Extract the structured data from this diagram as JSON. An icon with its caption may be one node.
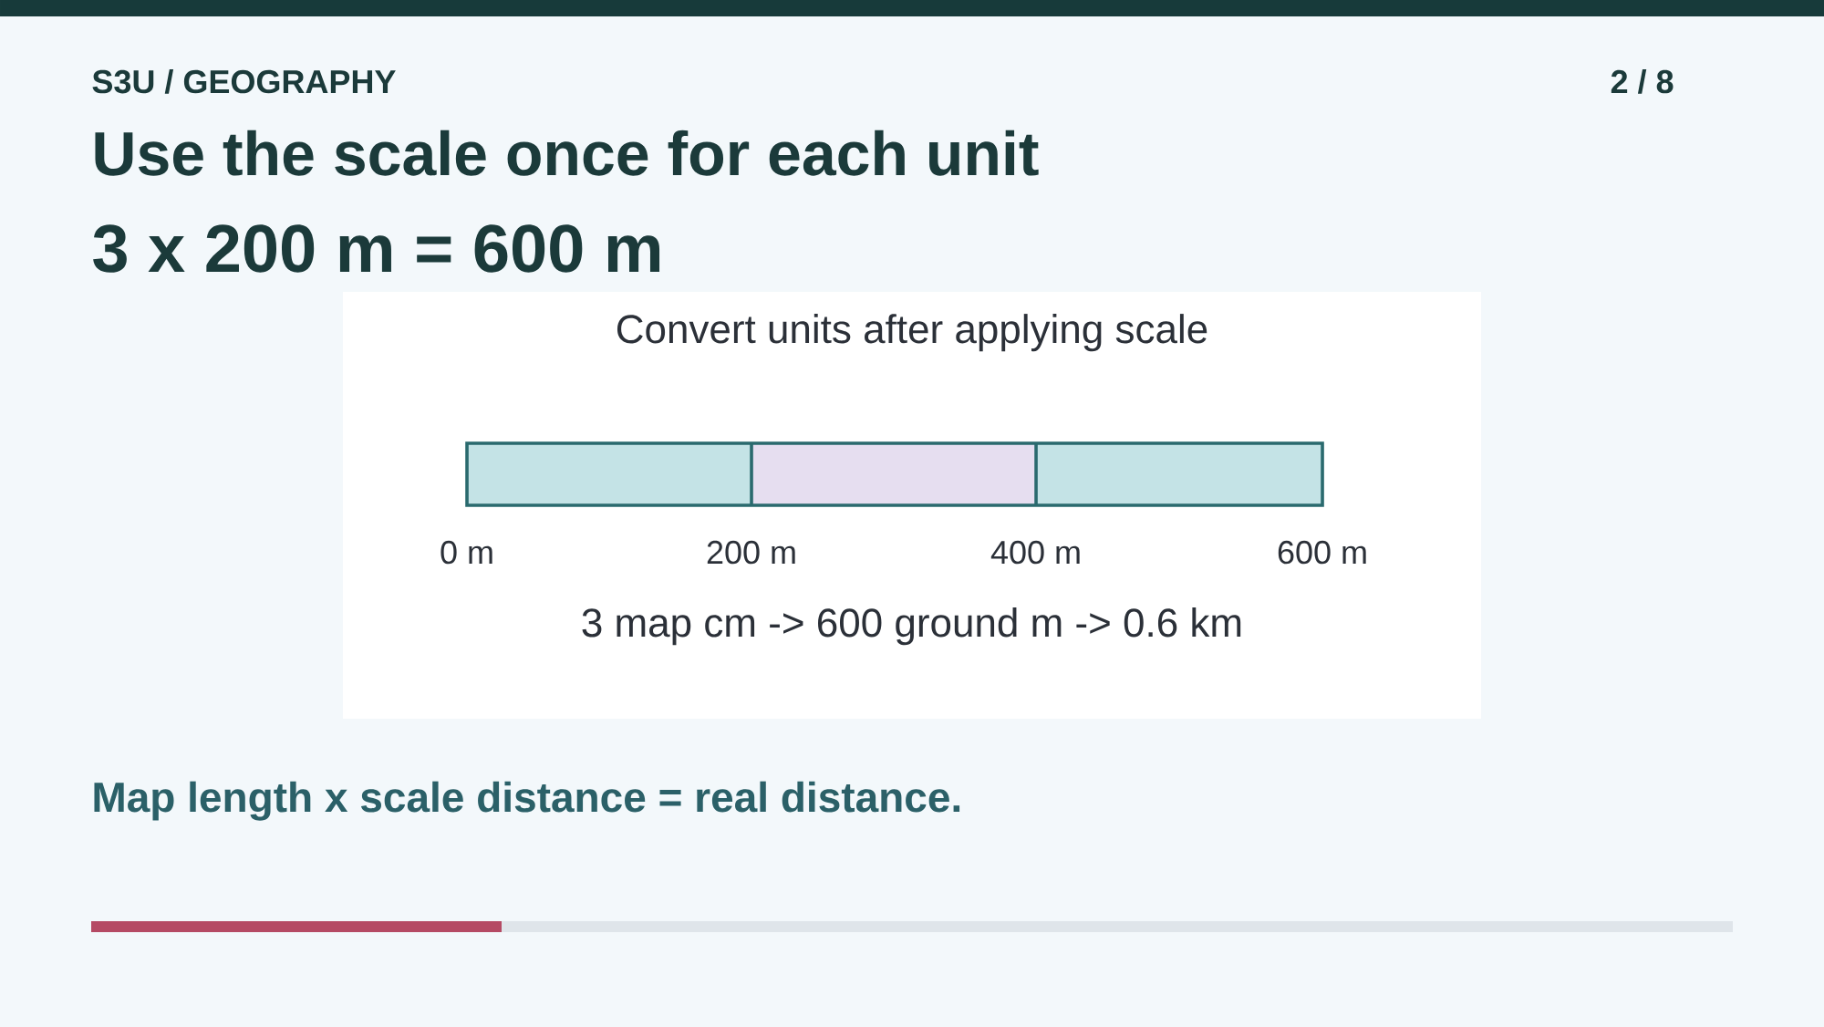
{
  "diagram": {
    "title": "Use the scale once for each unit",
    "nodes": [
      {
        "text": [
          "Convert units after applying scale",
          "3 map cm -> 600 ground m -> 0.6 km"
        ]
      }
    ],
    "labels": [
      "S3U / GEOGRAPHY",
      "2 / 8",
      "3 x 200 m = 600 m",
      "0 m",
      "200 m",
      "400 m",
      "600 m",
      "Map length x scale distance = real distance."
    ]
  }
}
